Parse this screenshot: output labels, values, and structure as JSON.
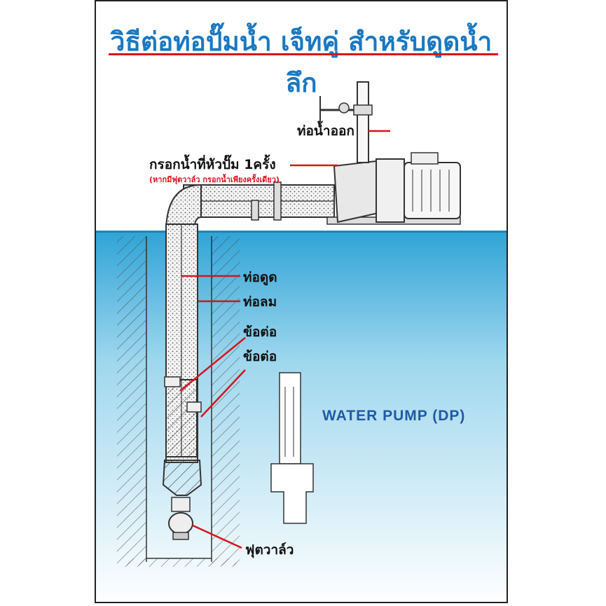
{
  "title": "วิธีต่อท่อปั๊มน้ำ เจ็ทคู่ สำหรับดูดน้ำลึก",
  "labels": {
    "outlet_pipe": "ท่อน้ำออก",
    "prime": "กรอกน้ำที่หัวปั๊ม 1ครั้ง",
    "prime_note": "(หากมีฟุตวาล์ว กรอกน้ำเพียงครั้งเดียว)",
    "suction_pipe": "ท่อดูด",
    "air_pipe": "ท่อลม",
    "connector_1": "ข้อต่อ",
    "connector_2": "ข้อต่อ",
    "foot_valve": "ฟุตวาล์ว",
    "brand": "WATER PUMP (DP)"
  },
  "colors": {
    "title": "#1a78c2",
    "accent_red": "#d6141c",
    "water_top": "#2fa3d6",
    "water_bottom": "#ffffff",
    "brand": "#1f5aa6"
  }
}
